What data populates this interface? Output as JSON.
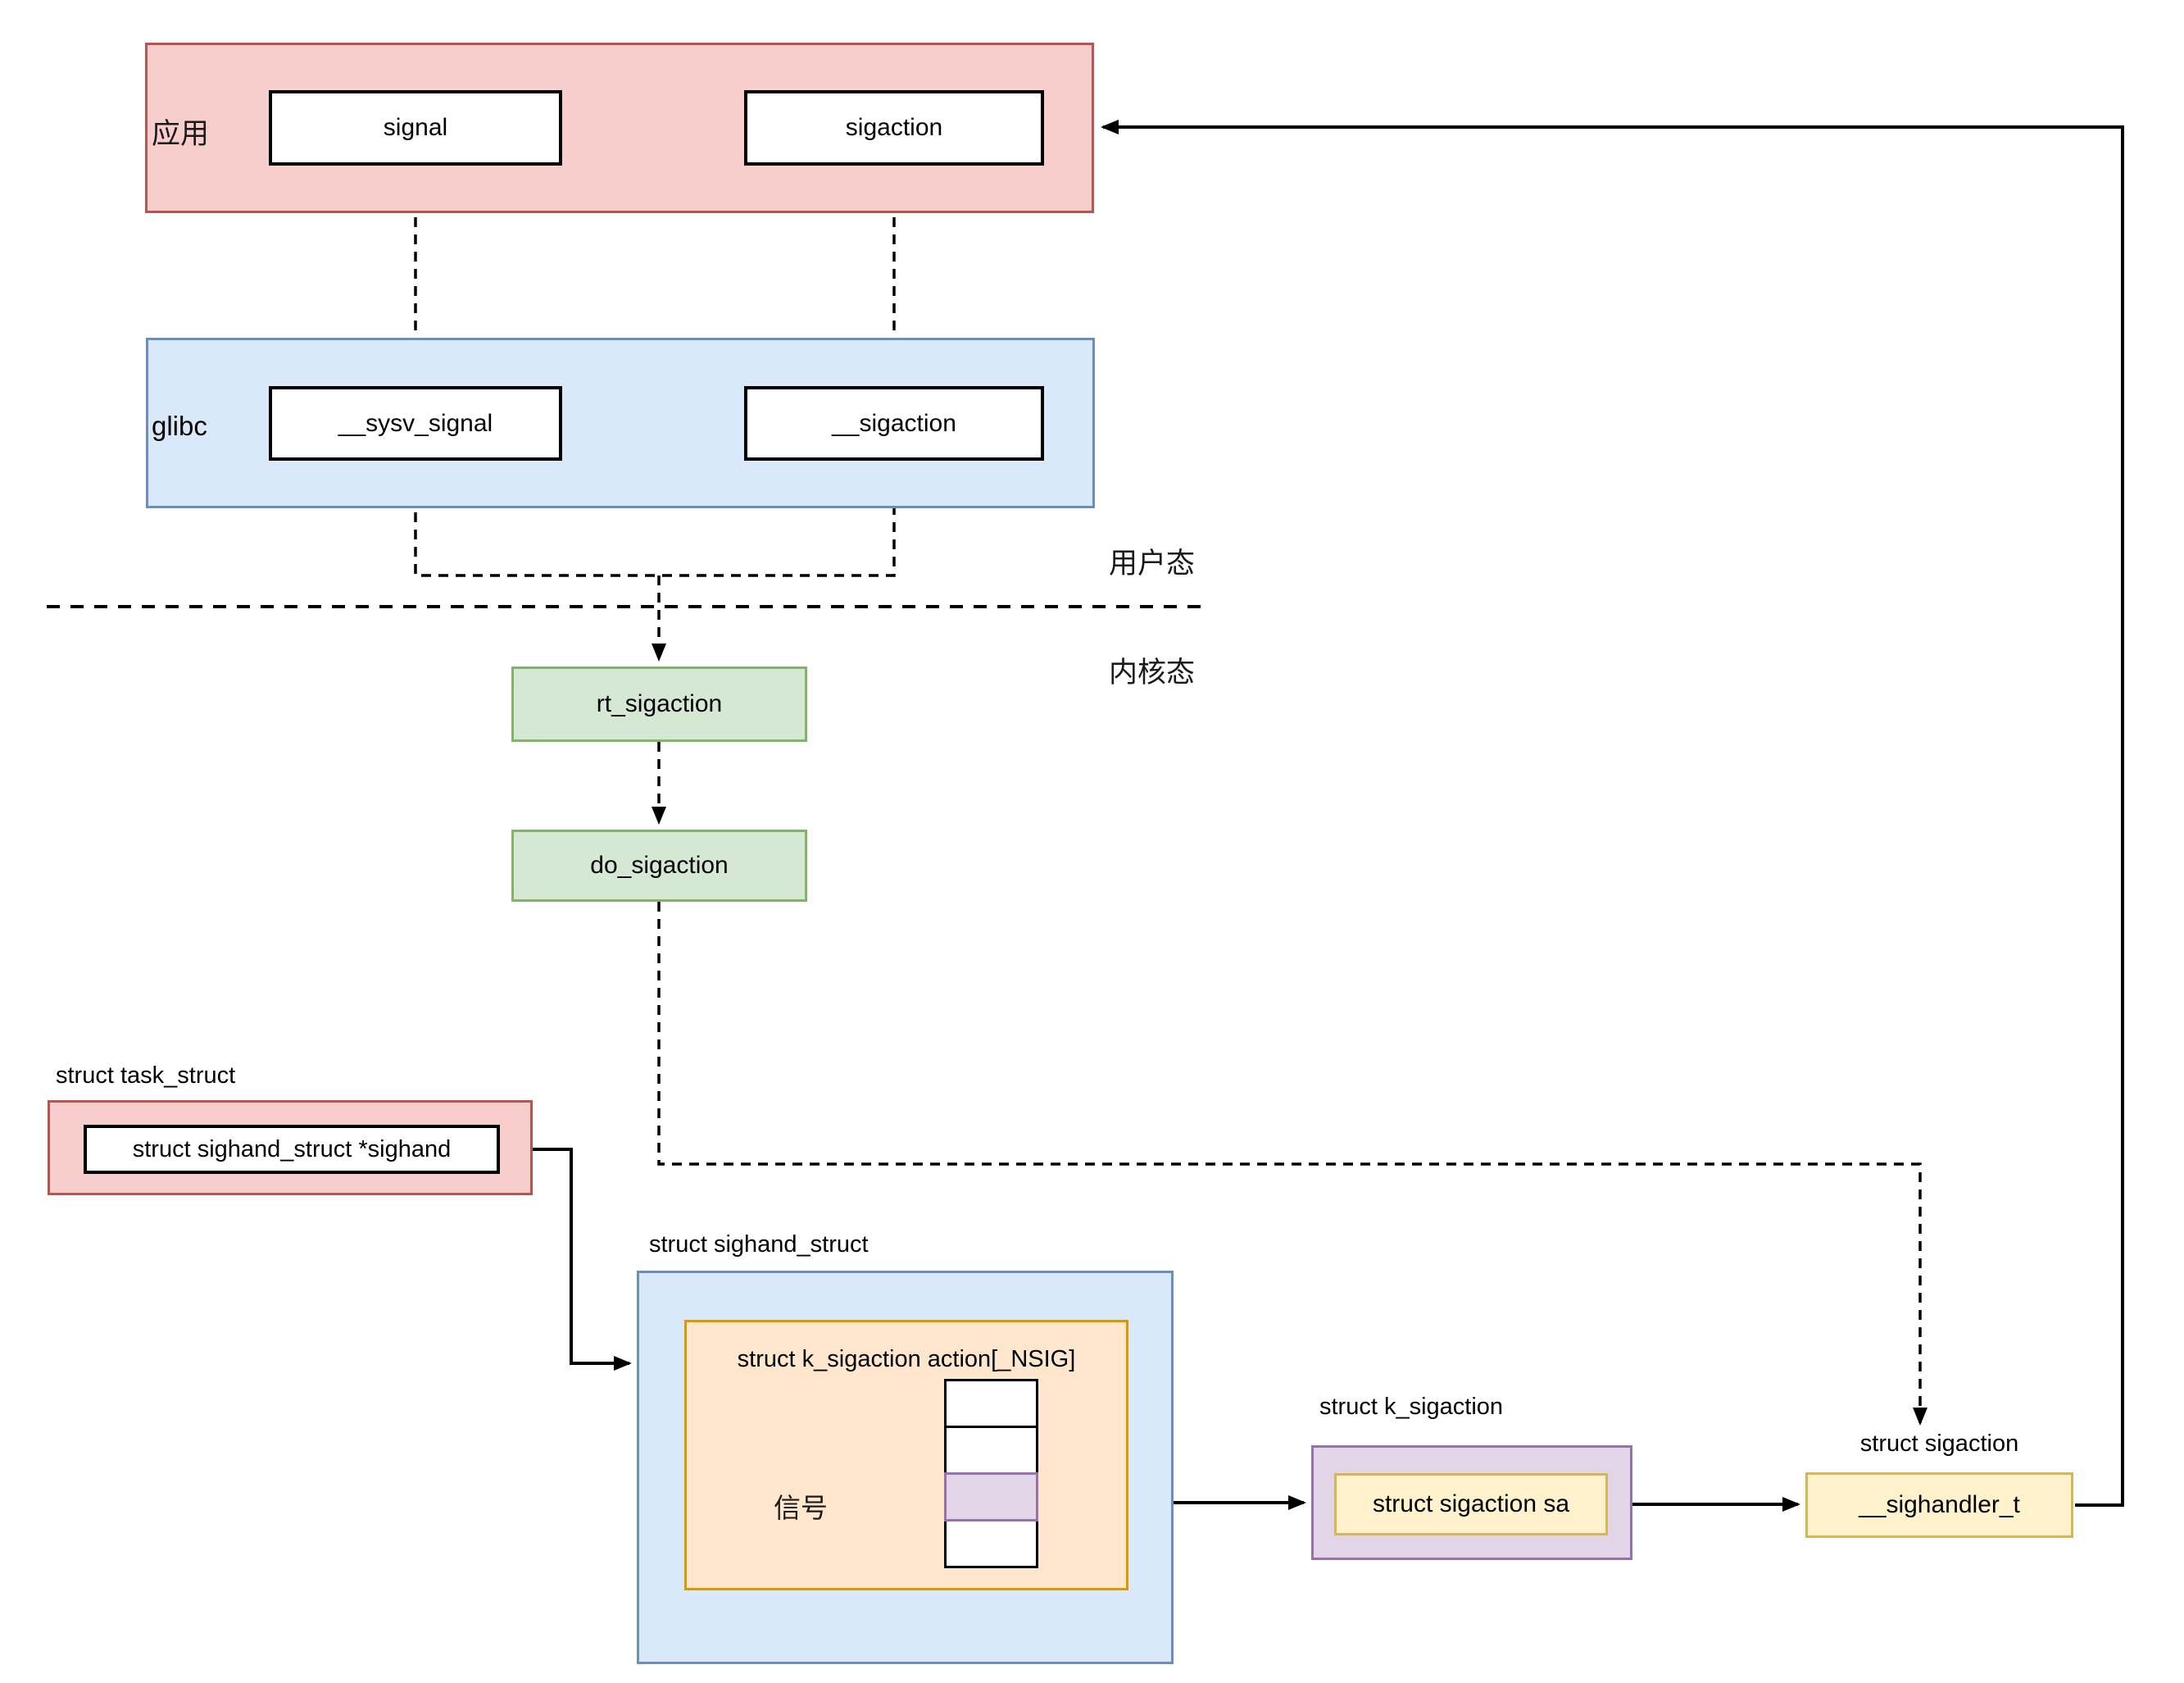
{
  "diagram": {
    "title_implicit": "signal / sigaction registration flow",
    "app_layer": {
      "label": "应用",
      "signal": "signal",
      "sigaction": "sigaction"
    },
    "glibc_layer": {
      "label": "glibc",
      "sysv_signal": "__sysv_signal",
      "sigaction": "__sigaction"
    },
    "boundary": {
      "user_mode": "用户态",
      "kernel_mode": "内核态"
    },
    "kernel": {
      "rt_sigaction": "rt_sigaction",
      "do_sigaction": "do_sigaction"
    },
    "task_struct": {
      "title": "struct task_struct",
      "field": "struct sighand_struct *sighand"
    },
    "sighand_struct": {
      "title": "struct sighand_struct",
      "array_label": "struct k_sigaction action[_NSIG]",
      "signal_label": "信号",
      "array_cells": 4,
      "highlighted_cell_index": 2
    },
    "k_sigaction": {
      "title": "struct k_sigaction",
      "field": "struct sigaction sa"
    },
    "sigaction_struct": {
      "title": "struct sigaction",
      "field": "__sighandler_t"
    },
    "colors": {
      "red_fill": "#f8cecc",
      "red_stroke": "#b85450",
      "blue_fill": "#dae8fc",
      "blue_stroke": "#6c8ebf",
      "green_fill": "#d5e8d4",
      "green_stroke": "#82b366",
      "orange_fill": "#ffe6cc",
      "orange_stroke": "#d79b00",
      "purple_fill": "#e1d5e7",
      "purple_stroke": "#9673a6",
      "yellow_fill": "#fff2cc",
      "yellow_stroke": "#d6b656",
      "line": "#000000"
    }
  }
}
